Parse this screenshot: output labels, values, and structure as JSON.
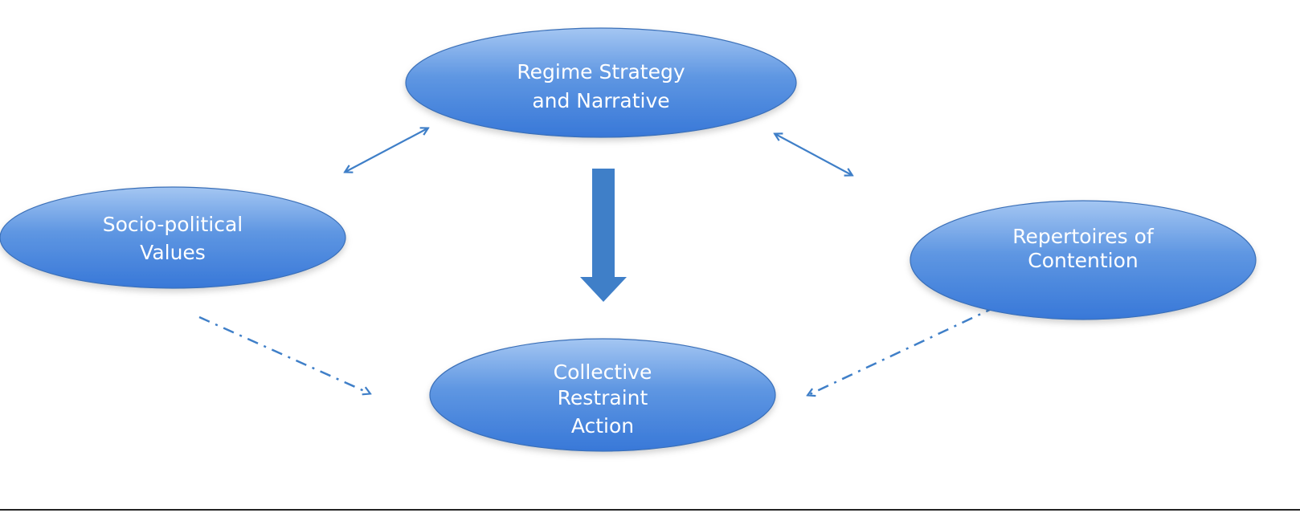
{
  "nodes": {
    "regime": {
      "line1": "Regime Strategy",
      "line2": "and Narrative"
    },
    "values": {
      "line1": "Socio-political",
      "line2": "Values"
    },
    "repertoires": {
      "line1": "Repertoires of",
      "line2": "Contention"
    },
    "collective": {
      "line1": "Collective",
      "line2": "Restraint",
      "line3": "Action"
    }
  },
  "colors": {
    "node_top": "#9cc0f0",
    "node_bottom": "#3b7ddb",
    "arrow": "#3f7fc8"
  }
}
